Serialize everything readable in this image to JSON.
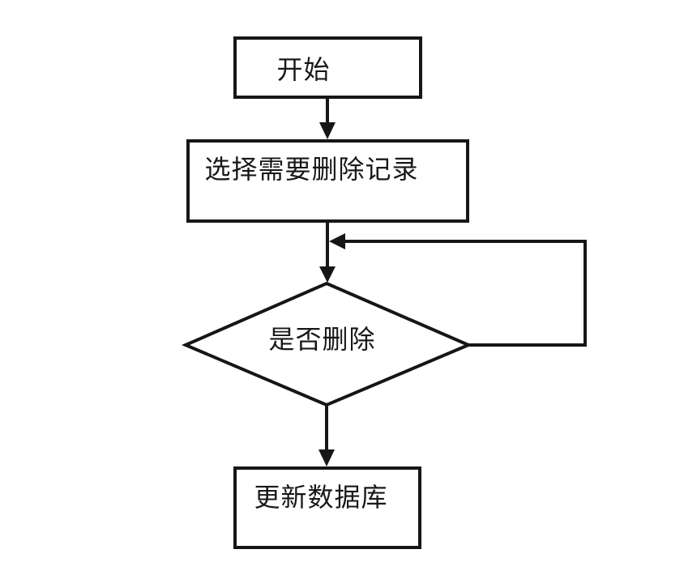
{
  "flowchart": {
    "nodes": {
      "start": {
        "label": "开始",
        "type": "process"
      },
      "select": {
        "label": "选择需要删除记录",
        "type": "process"
      },
      "decision": {
        "label": "是否删除",
        "type": "decision"
      },
      "update": {
        "label": "更新数据库",
        "type": "process"
      }
    },
    "edges": [
      {
        "from": "start",
        "to": "select",
        "style": "arrow-down"
      },
      {
        "from": "select",
        "to": "decision",
        "style": "arrow-down"
      },
      {
        "from": "decision",
        "to": "select-decision-junction",
        "style": "loop-back-right"
      },
      {
        "from": "decision",
        "to": "update",
        "style": "arrow-down"
      }
    ],
    "colors": {
      "stroke": "#161616",
      "text": "#181818",
      "background": "#ffffff"
    }
  }
}
